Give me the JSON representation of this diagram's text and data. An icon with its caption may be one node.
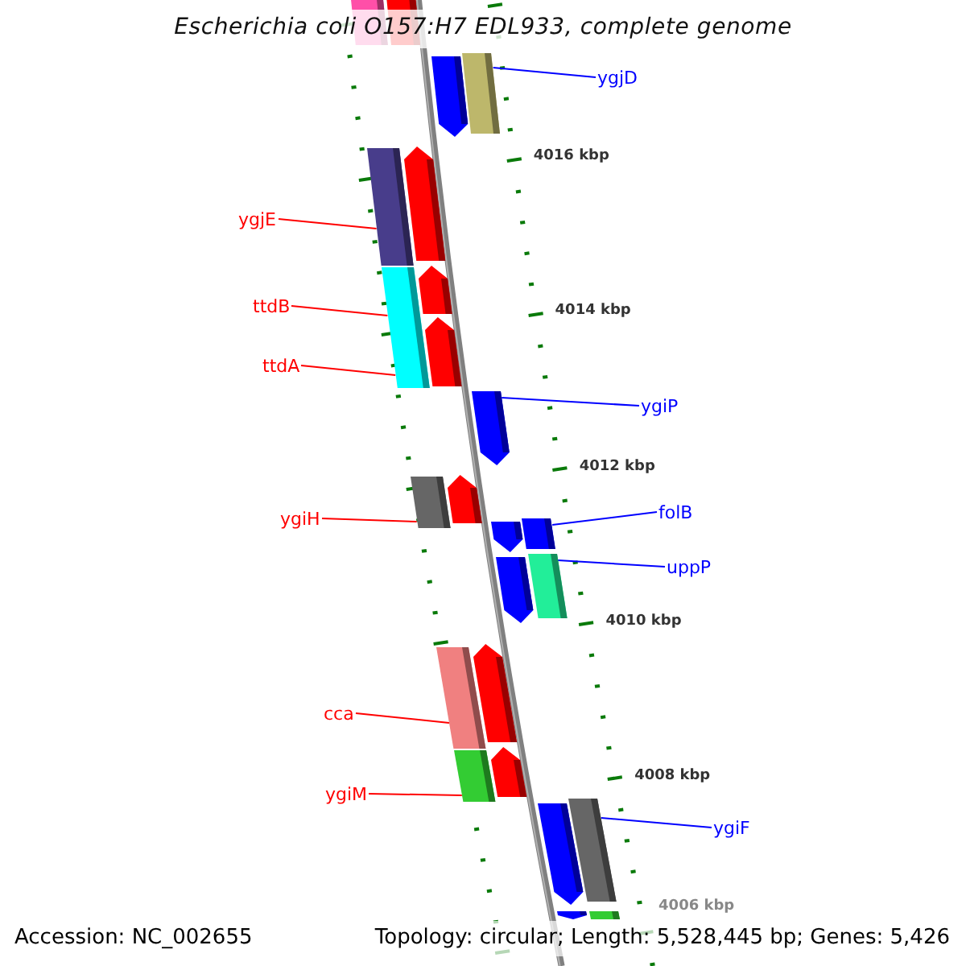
{
  "diagram": {
    "title": "Escherichia coli O157:H7 EDL933, complete genome",
    "nodes": [
      {
        "text": [
          "ygjD"
        ]
      },
      {
        "text": [
          "ygjE"
        ]
      },
      {
        "text": [
          "ttdB"
        ]
      },
      {
        "text": [
          "ttdA"
        ]
      },
      {
        "text": [
          "ygiP"
        ]
      },
      {
        "text": [
          "folB"
        ]
      },
      {
        "text": [
          "ygiH"
        ]
      },
      {
        "text": [
          "uppP"
        ]
      },
      {
        "text": [
          "cca"
        ]
      },
      {
        "text": [
          "ygiM"
        ]
      },
      {
        "text": [
          "ygiF"
        ]
      },
      {
        "text": [],
        "shape": "bar"
      },
      {
        "text": [],
        "shape": "arrow"
      },
      {
        "text": [],
        "shape": "bar"
      },
      {
        "text": [],
        "shape": "arrow"
      },
      {
        "text": [],
        "shape": "arrow"
      },
      {
        "text": [],
        "shape": "bar"
      },
      {
        "text": [],
        "shape": "arrow"
      },
      {
        "text": [],
        "shape": "bar"
      },
      {
        "text": [],
        "shape": "arrow"
      },
      {
        "text": [],
        "shape": "arrow"
      },
      {
        "text": [],
        "shape": "arrow"
      },
      {
        "text": [],
        "shape": "bar"
      },
      {
        "text": [],
        "shape": "bar"
      },
      {
        "text": [],
        "shape": "arrow"
      },
      {
        "text": [],
        "shape": "bar"
      },
      {
        "text": [],
        "shape": "arrow"
      },
      {
        "text": [],
        "shape": "arrow"
      },
      {
        "text": [],
        "shape": "bar"
      },
      {
        "text": [],
        "shape": "arrow"
      },
      {
        "text": [],
        "shape": "bar"
      },
      {
        "text": [],
        "shape": "bar"
      },
      {
        "text": [],
        "shape": "arrow"
      },
      {
        "text": [],
        "shape": "arrow"
      },
      {
        "text": [],
        "shape": "bar"
      }
    ],
    "edges": [
      {
        "from": 0,
        "to": 13,
        "arrow": "none",
        "color": "#0000ff"
      },
      {
        "from": 1,
        "to": 16,
        "arrow": "none",
        "color": "#ff0000"
      },
      {
        "from": 2,
        "to": 18,
        "arrow": "none",
        "color": "#ff0000"
      },
      {
        "from": 3,
        "to": 18,
        "arrow": "none",
        "color": "#ff0000"
      },
      {
        "from": 4,
        "to": 20,
        "arrow": "none",
        "color": "#0000ff"
      },
      {
        "from": 5,
        "to": 23,
        "arrow": "none",
        "color": "#0000ff"
      },
      {
        "from": 6,
        "to": 22,
        "arrow": "none",
        "color": "#ff0000"
      },
      {
        "from": 7,
        "to": 25,
        "arrow": "none",
        "color": "#0000ff"
      },
      {
        "from": 8,
        "to": 28,
        "arrow": "none",
        "color": "#ff0000"
      },
      {
        "from": 9,
        "to": 30,
        "arrow": "none",
        "color": "#ff0000"
      },
      {
        "from": 10,
        "to": 31,
        "arrow": "none",
        "color": "#0000ff"
      }
    ],
    "labels": [
      "4016 kbp",
      "4014 kbp",
      "4012 kbp",
      "4010 kbp",
      "4008 kbp",
      "4006 kbp",
      "Accession: NC_002655",
      "Topology: circular; Length: 5,528,445 bp; Genes: 5,426"
    ]
  }
}
